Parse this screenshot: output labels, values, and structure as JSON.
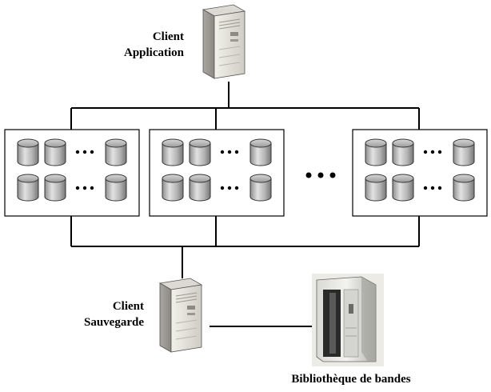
{
  "labels": {
    "client_application": [
      "Client",
      "Application"
    ],
    "client_sauvegarde": [
      "Client",
      "Sauvegarde"
    ],
    "tape_library": "Bibliothèque de bandes"
  },
  "icons": {
    "app_server": "server-tower-icon",
    "backup_server": "server-tower-icon",
    "disk": "disk-cylinder-icon",
    "tape_library": "tape-library-icon"
  },
  "colors": {
    "line": "#000000",
    "disk_fill": "#c8c8c8",
    "server_fill": "#e4e3dc"
  }
}
